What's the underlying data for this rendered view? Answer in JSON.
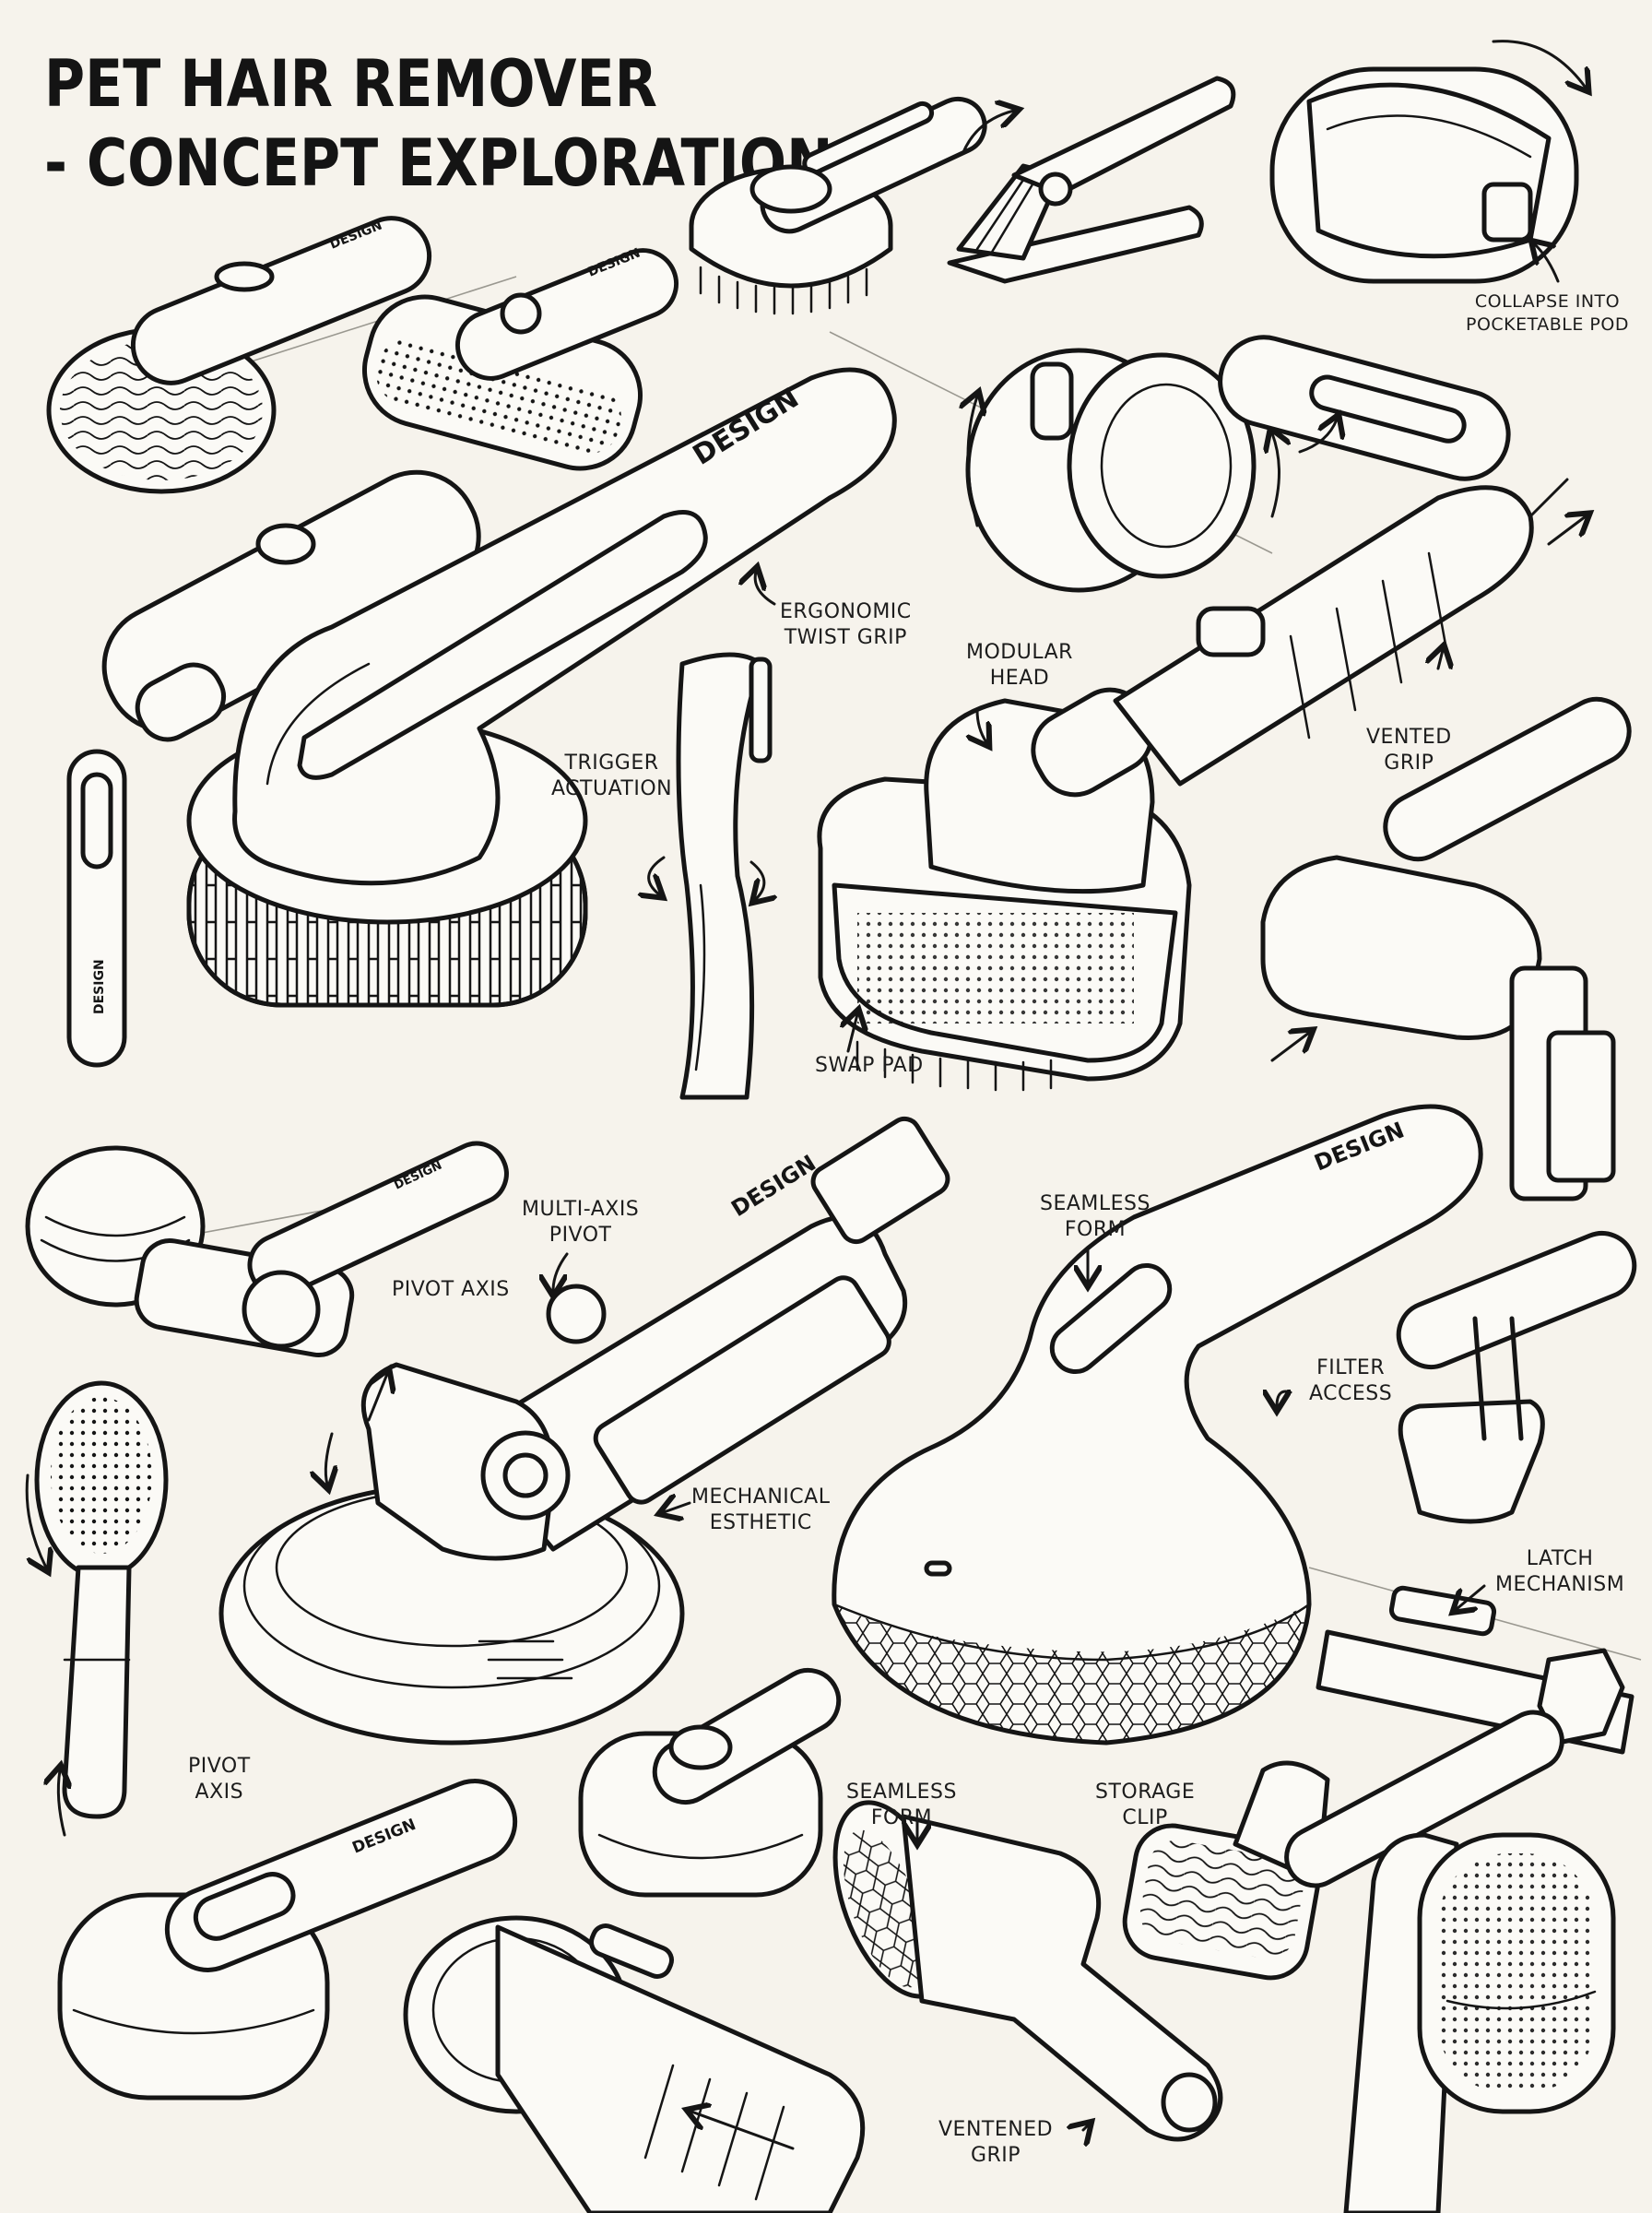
{
  "sheet": {
    "title_line1": "PET HAIR REMOVER",
    "title_line2": "- CONCEPT EXPLORATION",
    "brand_mark": "DESIGN"
  },
  "callouts": {
    "collapse": [
      "COLLAPSE INTO",
      "POCKETABLE POD"
    ],
    "ergonomic": [
      "ERGONOMIC",
      "TWIST GRIP"
    ],
    "modular": [
      "MODULAR",
      "HEAD"
    ],
    "trigger": [
      "TRIGGER",
      "ACTUATION"
    ],
    "vented": [
      "VENTED",
      "GRIP"
    ],
    "swap": [
      "SWAP PAD"
    ],
    "multiaxis": [
      "MULTI-AXIS",
      "PIVOT"
    ],
    "pivot_axis_1": [
      "PIVOT AXIS"
    ],
    "seamless_1": [
      "SEAMLESS",
      "FORM"
    ],
    "filter": [
      "FILTER",
      "ACCESS"
    ],
    "mechanical": [
      "MECHANICAL",
      "ESTHETIC"
    ],
    "latch": [
      "LATCH",
      "MECHANISM"
    ],
    "pivot_axis_2": [
      "PIVOT",
      "AXIS"
    ],
    "seamless_2": [
      "SEAMLESS",
      "FORM"
    ],
    "storage": [
      "STORAGE",
      "CLIP"
    ],
    "ventened": [
      "VENTENED",
      "GRIP"
    ]
  }
}
